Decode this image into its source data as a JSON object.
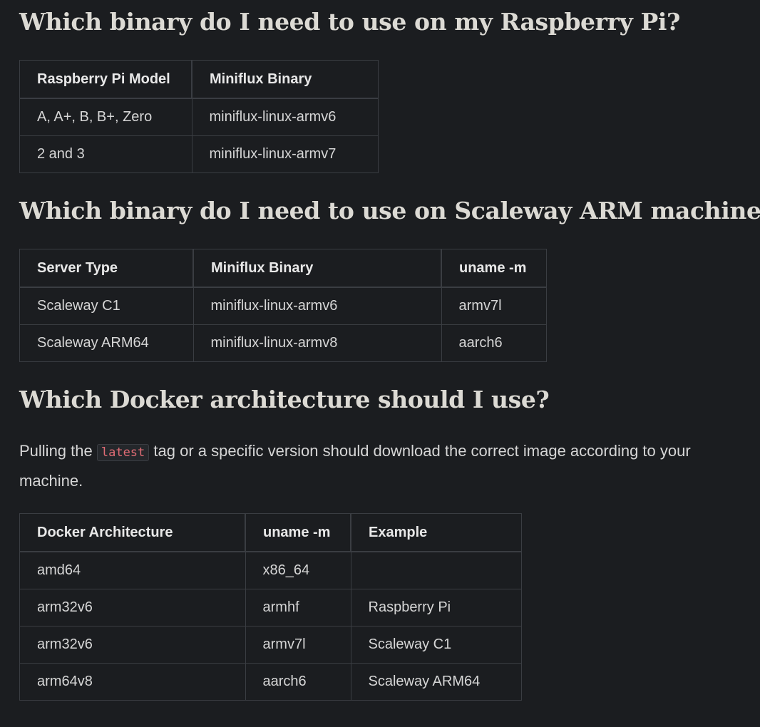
{
  "section_raspberry": {
    "heading": "Which binary do I need to use on my Raspberry Pi?",
    "headers": [
      "Raspberry Pi Model",
      "Miniflux Binary"
    ],
    "rows": [
      [
        "A, A+, B, B+, Zero",
        "miniflux-linux-armv6"
      ],
      [
        "2 and 3",
        "miniflux-linux-armv7"
      ]
    ]
  },
  "section_scaleway": {
    "heading": "Which binary do I need to use on Scaleway ARM machines?",
    "headers": [
      "Server Type",
      "Miniflux Binary",
      "uname -m"
    ],
    "rows": [
      [
        "Scaleway C1",
        "miniflux-linux-armv6",
        "armv7l"
      ],
      [
        "Scaleway ARM64",
        "miniflux-linux-armv8",
        "aarch6"
      ]
    ]
  },
  "section_docker": {
    "heading": "Which Docker architecture should I use?",
    "paragraph": {
      "before": "Pulling the ",
      "code": "latest",
      "after": " tag or a specific version should download the correct image according to your machine."
    },
    "headers": [
      "Docker Architecture",
      "uname -m",
      "Example"
    ],
    "rows": [
      [
        "amd64",
        "x86_64",
        ""
      ],
      [
        "arm32v6",
        "armhf",
        "Raspberry Pi"
      ],
      [
        "arm32v6",
        "armv7l",
        "Scaleway C1"
      ],
      [
        "arm64v8",
        "aarch6",
        "Scaleway ARM64"
      ]
    ]
  }
}
